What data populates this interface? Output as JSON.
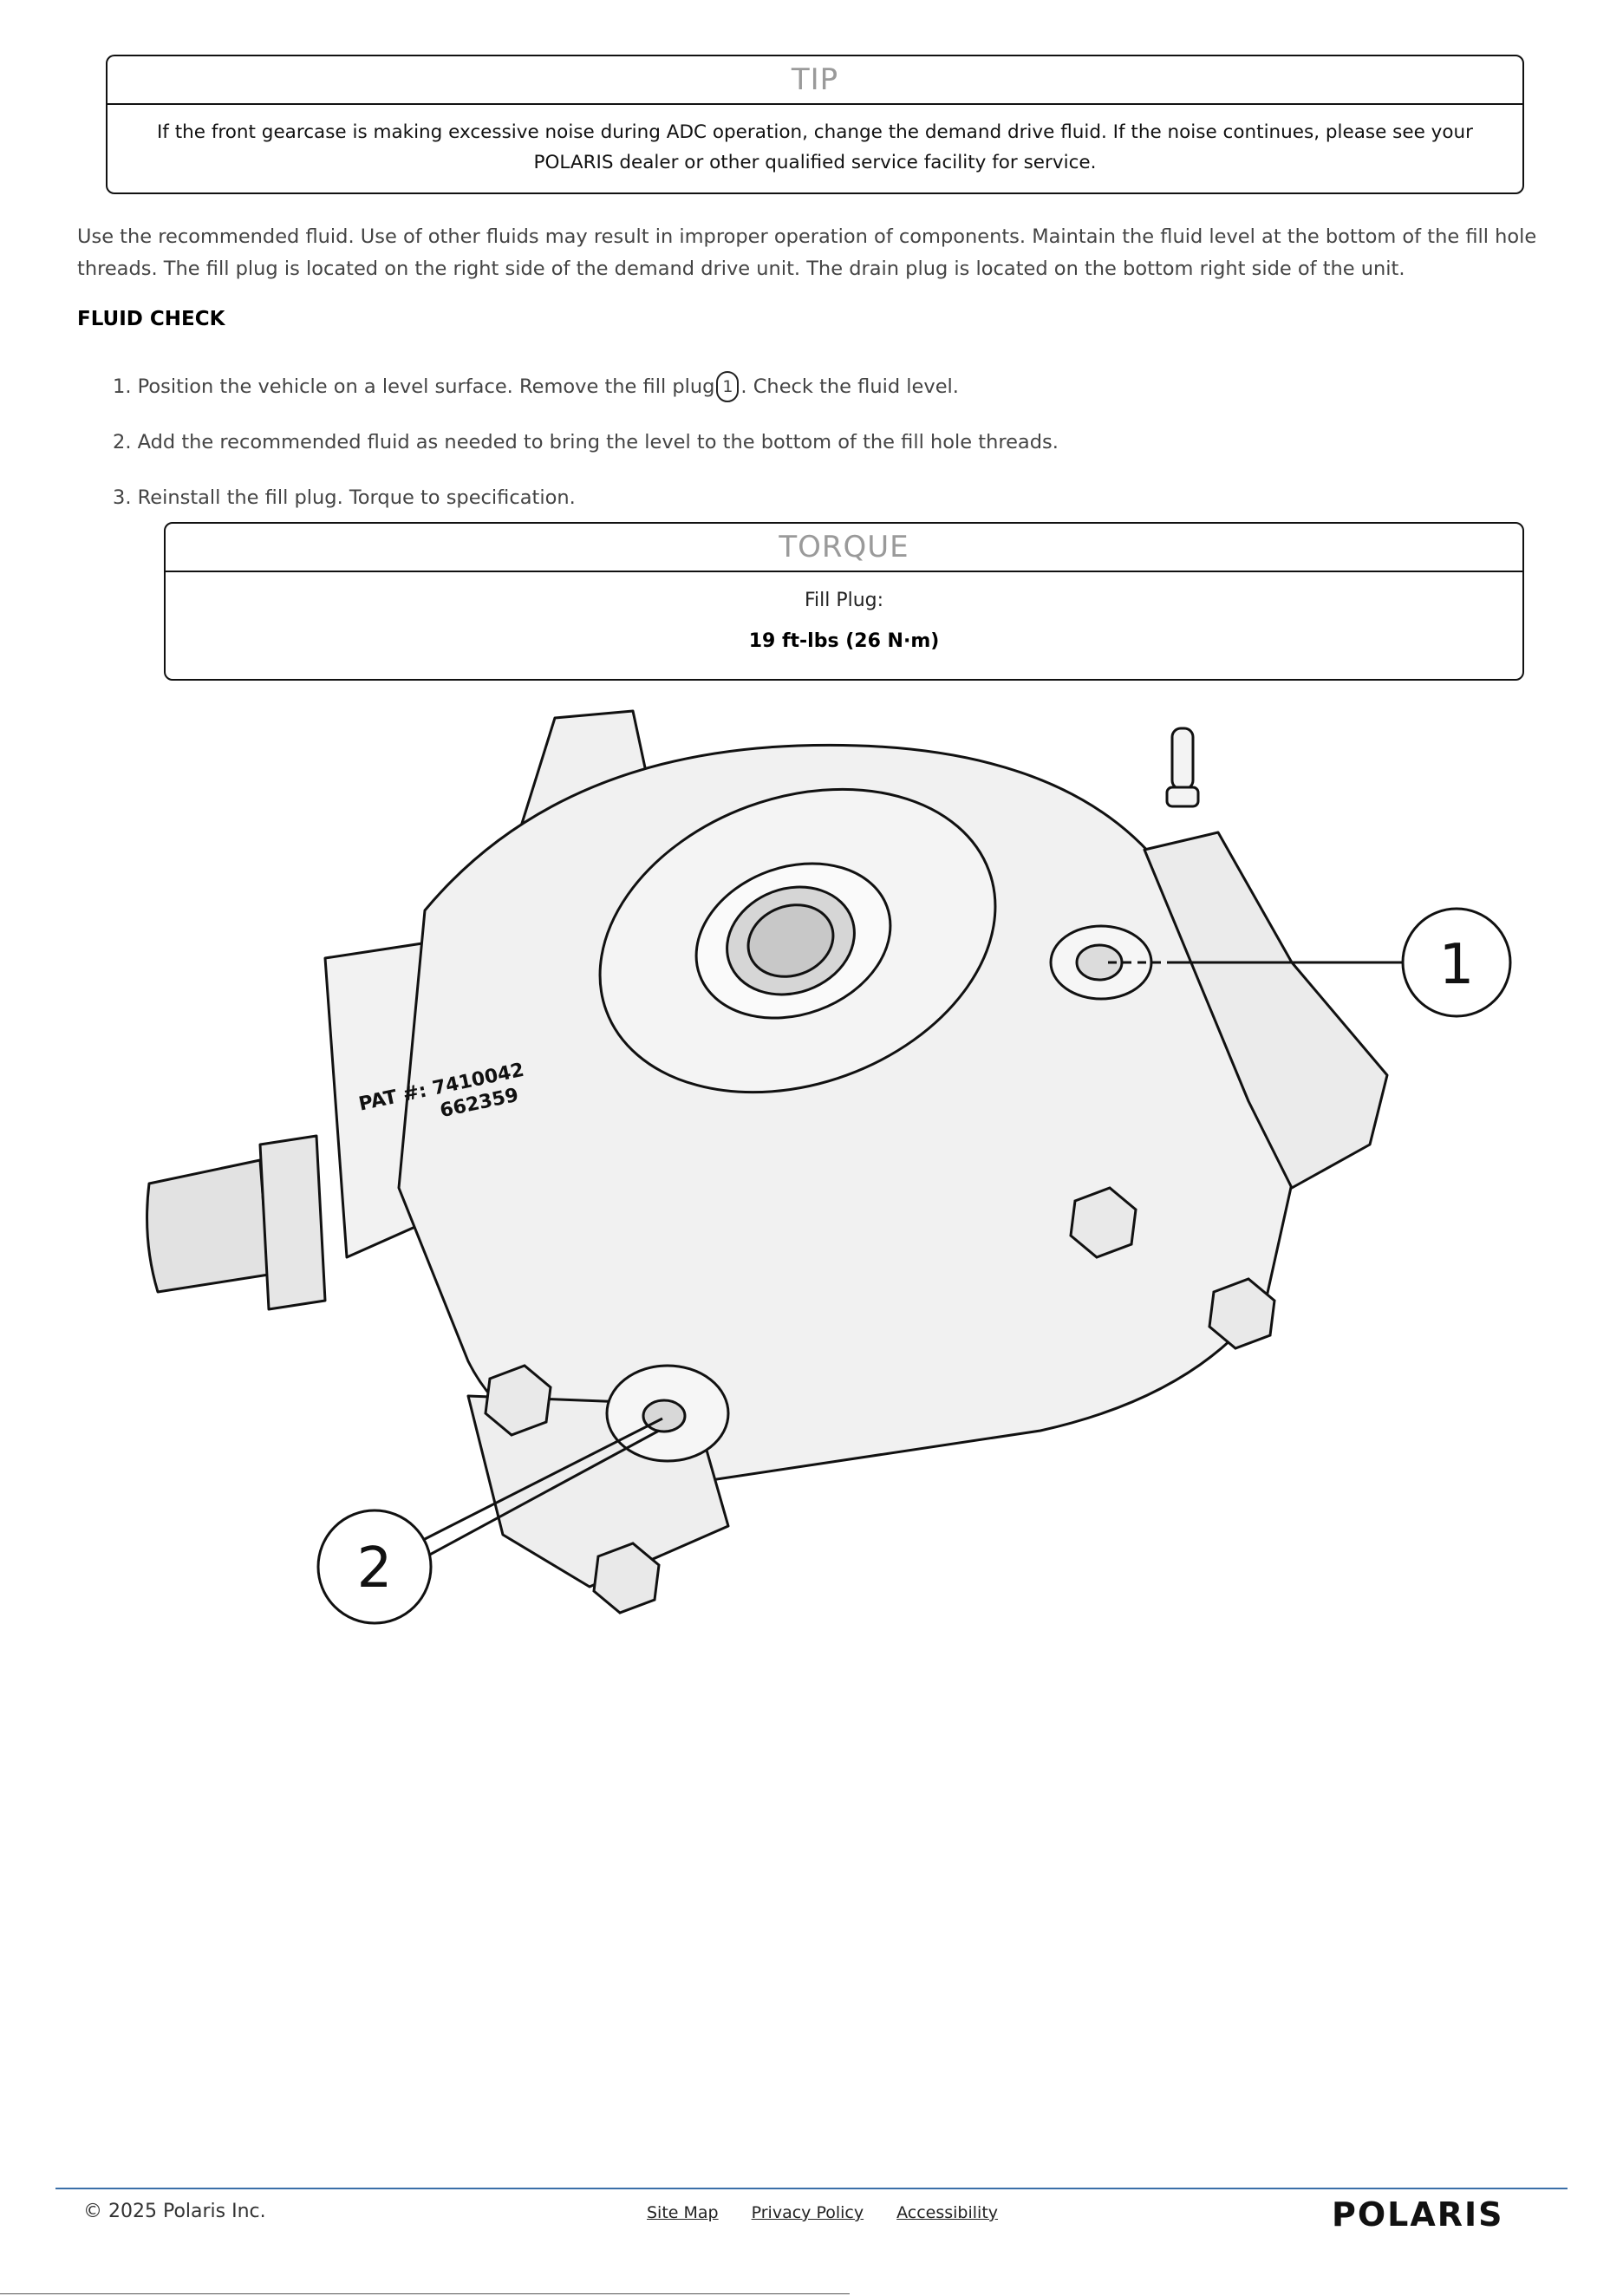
{
  "tip": {
    "title": "TIP",
    "text": "If the front gearcase is making excessive noise during ADC operation, change the demand drive fluid. If the noise continues, please see your POLARIS dealer or other qualified service facility for service."
  },
  "intro_paragraph": "Use the recommended fluid. Use of other fluids may result in improper operation of components. Maintain the fluid level at the bottom of the fill hole threads. The fill plug is located on the right side of the demand drive unit. The drain plug is located on the bottom right side of the unit.",
  "section_heading": "FLUID CHECK",
  "steps": [
    {
      "number": "1.",
      "before": "Position the vehicle on a level surface. Remove the fill plug",
      "callout": "1",
      "after": ". Check the fluid level."
    },
    {
      "number": "2.",
      "text": "Add the recommended fluid as needed to bring the level to the bottom of the fill hole threads."
    },
    {
      "number": "3.",
      "text": "Reinstall the fill plug. Torque to specification."
    }
  ],
  "torque": {
    "title": "TORQUE",
    "label": "Fill Plug:",
    "value": "19 ft-lbs (26 N·m)"
  },
  "illustration": {
    "part_marking_line1": "PAT #: 7410042",
    "part_marking_line2": "662359",
    "callouts": [
      "1",
      "2"
    ]
  },
  "footer": {
    "copyright": "© 2025 Polaris Inc.",
    "links": [
      "Site Map",
      "Privacy Policy",
      "Accessibility"
    ],
    "brand": "POLARIS"
  }
}
